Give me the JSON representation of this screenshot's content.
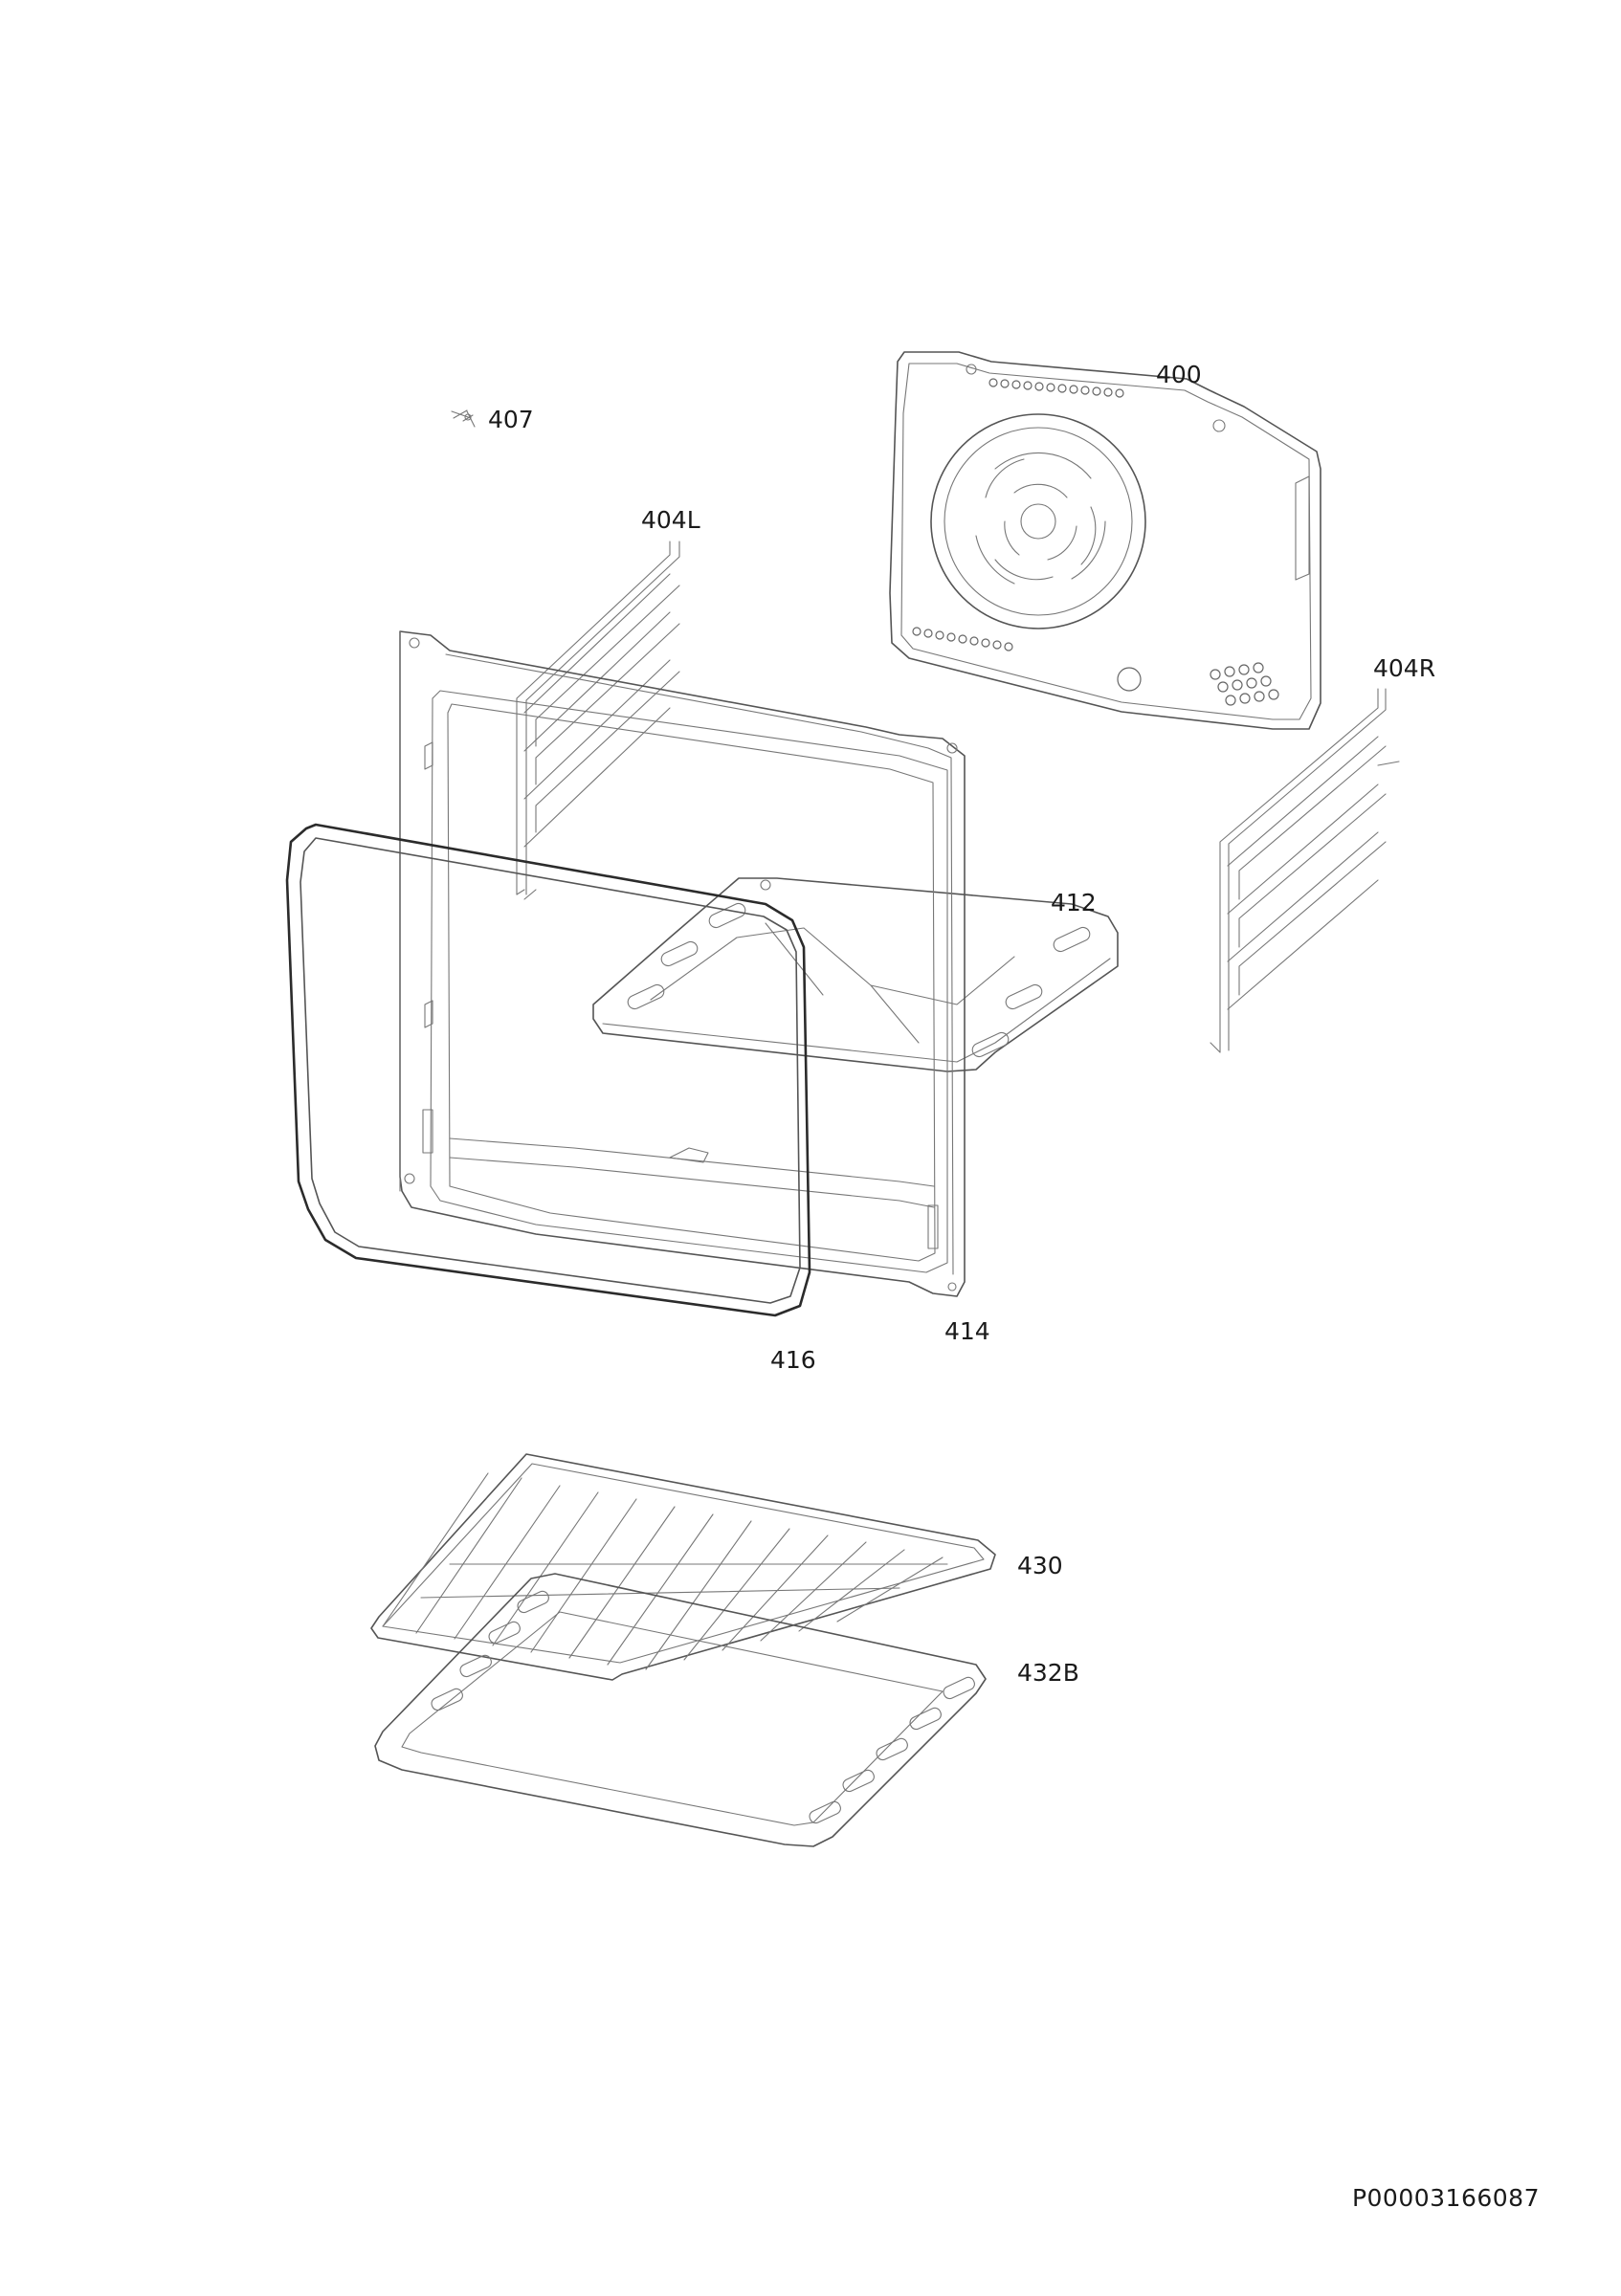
{
  "diagram": {
    "callouts": {
      "p400": "400",
      "p407": "407",
      "p404L": "404L",
      "p404R": "404R",
      "p412": "412",
      "p414": "414",
      "p416": "416",
      "p430": "430",
      "p432B": "432B"
    },
    "document_id": "P00003166087"
  }
}
